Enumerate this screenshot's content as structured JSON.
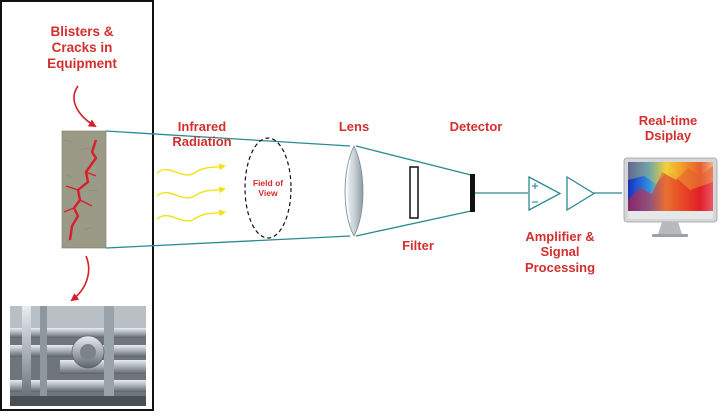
{
  "labels": {
    "blisters": "Blisters &\nCracks in\nEquipment",
    "infrared": "Infrared\nRadiation",
    "field_of_view": "Field of\nView",
    "lens": "Lens",
    "detector": "Detector",
    "filter": "Filter",
    "amplifier": "Amplifier &\nSignal\nProcessing",
    "display": "Real-time\nDsiplay"
  },
  "colors": {
    "label_red": "#d32f2f",
    "beam_teal": "#2a8a92",
    "arrow_yellow": "#f0e21b",
    "crack_red": "#d61f2b",
    "stone": "#9b9a86"
  }
}
